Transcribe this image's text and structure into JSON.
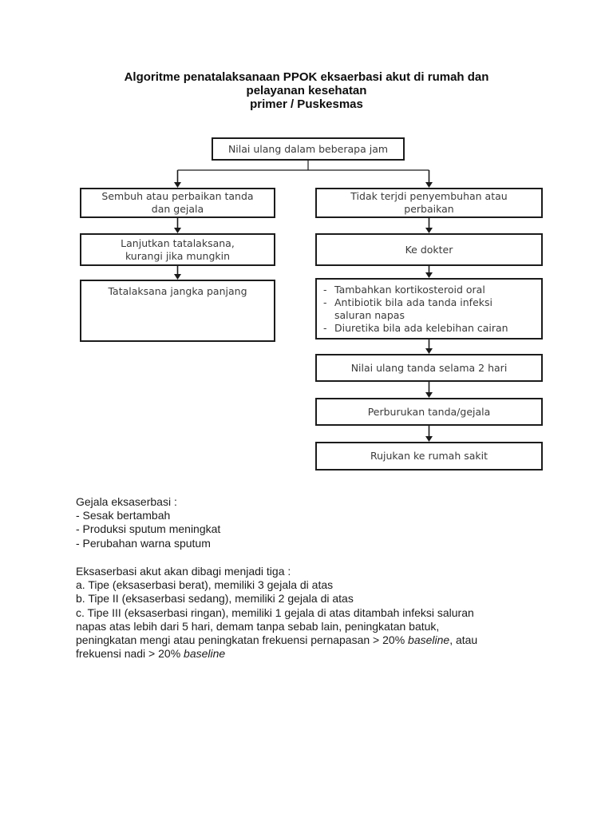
{
  "title": {
    "line1": "Algoritme penatalaksanaan PPOK eksaerbasi akut di rumah dan",
    "line2": "pelayanan kesehatan",
    "line3": "primer / Puskesmas"
  },
  "flowchart": {
    "bullet": "-",
    "root": {
      "label": "Nilai ulang dalam beberapa jam"
    },
    "left": [
      {
        "label": "Sembuh atau perbaikan tanda\ndan gejala"
      },
      {
        "label": "Lanjutkan tatalaksana,\nkurangi jika mungkin"
      },
      {
        "label": "Tatalaksana jangka panjang"
      }
    ],
    "right": [
      {
        "label": "Tidak terjdi penyembuhan atau\nperbaikan"
      },
      {
        "label": "Ke dokter"
      },
      {
        "items": [
          "Tambahkan kortikosteroid oral",
          "Antibiotik bila ada tanda infeksi\nsaluran napas",
          "Diuretika bila ada kelebihan cairan"
        ]
      },
      {
        "label": "Nilai ulang tanda selama 2 hari"
      },
      {
        "label": "Perburukan tanda/gejala"
      },
      {
        "label": "Rujukan ke rumah sakit"
      }
    ]
  },
  "notes": {
    "gejala": {
      "heading": "Gejala eksaserbasi :",
      "item1": "- Sesak bertambah",
      "item2": "- Produksi sputum meningkat",
      "item3": "- Perubahan warna sputum"
    },
    "tipe": {
      "heading": "Eksaserbasi akut akan dibagi menjadi tiga :",
      "line_a": "a. Tipe (eksaserbasi berat), memiliki 3 gejala di atas",
      "line_b": "b. Tipe II (eksaserbasi sedang), memiliki 2 gejala di atas",
      "line_c1": "c. Tipe III (eksaserbasi ringan), memiliki 1 gejala di atas ditambah infeksi saluran",
      "line_c2": "napas atas lebih dari 5 hari, demam tanpa sebab lain, peningkatan batuk,",
      "line_c3_pre": "peningkatan mengi atau peningkatan frekuensi pernapasan > 20% ",
      "line_c3_italic": "baseline",
      "line_c3_post": ", atau",
      "line_c4_pre": "frekuensi nadi > 20% ",
      "line_c4_italic": "baseline"
    }
  },
  "colors": {
    "page_background": "#ffffff",
    "ink": "#1a1a1a",
    "node_border": "#1c1c1c",
    "node_text": "#3a3a3a"
  }
}
